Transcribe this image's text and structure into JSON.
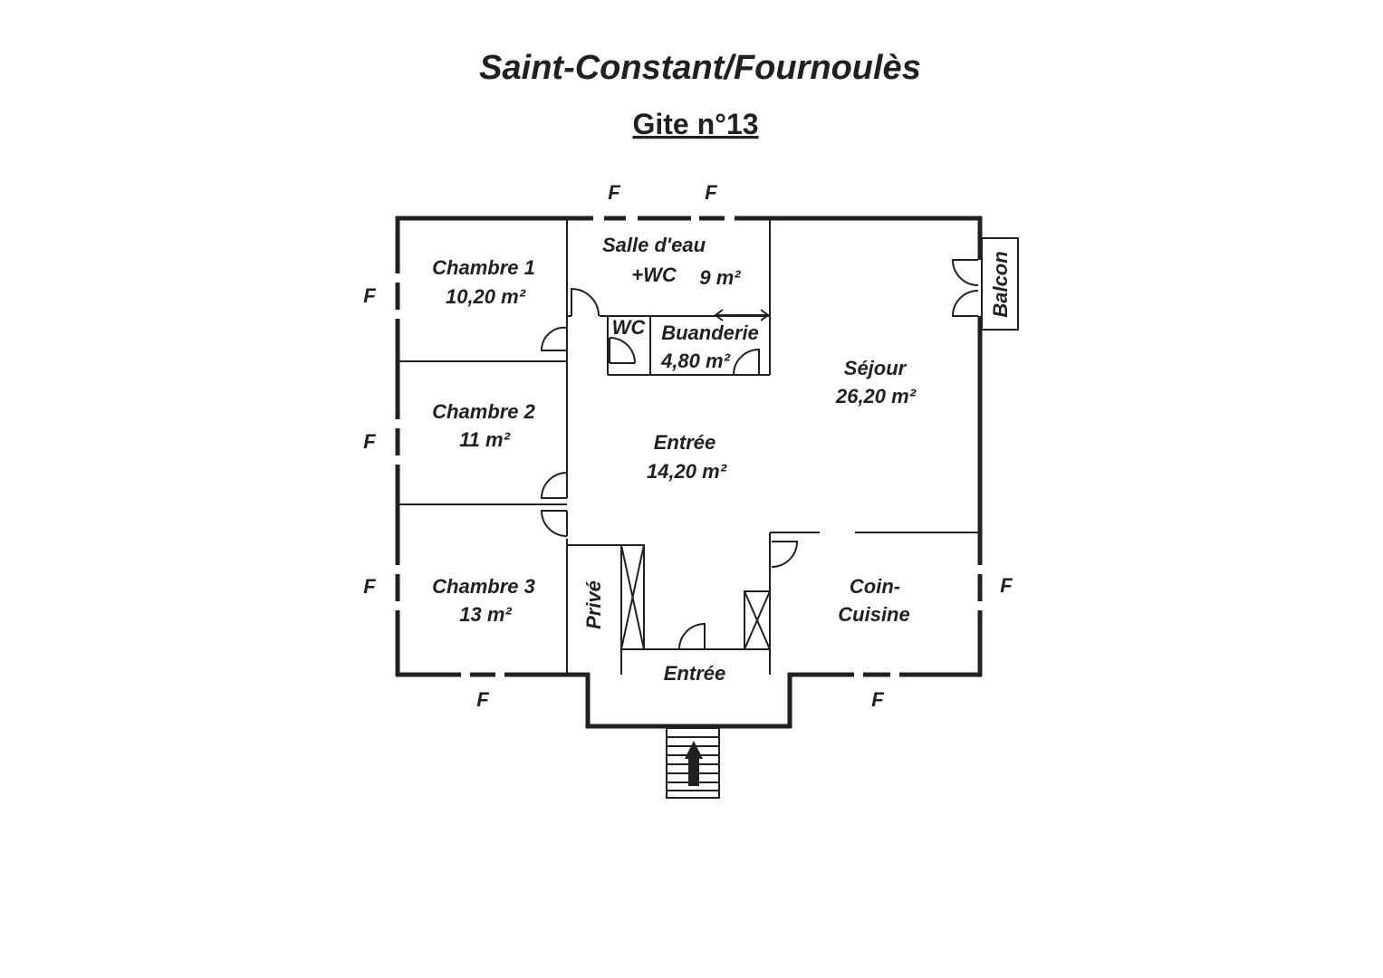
{
  "header": {
    "title": "Saint-Constant/Fournoulès",
    "subtitle": "Gite n°13"
  },
  "rooms": {
    "chambre1": {
      "name": "Chambre 1",
      "area": "10,20 m²"
    },
    "chambre2": {
      "name": "Chambre 2",
      "area": "11 m²"
    },
    "chambre3": {
      "name": "Chambre 3",
      "area": "13 m²"
    },
    "salle_deau": {
      "name": "Salle d'eau",
      "name2": "+WC",
      "area": "9 m²"
    },
    "wc": {
      "name": "WC"
    },
    "buanderie": {
      "name": "Buanderie",
      "area": "4,80 m²"
    },
    "sejour": {
      "name": "Séjour",
      "area": "26,20 m²"
    },
    "entree_hall": {
      "name": "Entrée",
      "area": "14,20 m²"
    },
    "coin_cuisine": {
      "name": "Coin-",
      "name2": "Cuisine"
    },
    "prive": {
      "name": "Privé"
    },
    "entree_porch": {
      "name": "Entrée"
    },
    "balcon": {
      "name": "Balcon"
    }
  },
  "windows": {
    "label": "F"
  },
  "colors": {
    "ink": "#231f20",
    "background": "#ffffff"
  }
}
